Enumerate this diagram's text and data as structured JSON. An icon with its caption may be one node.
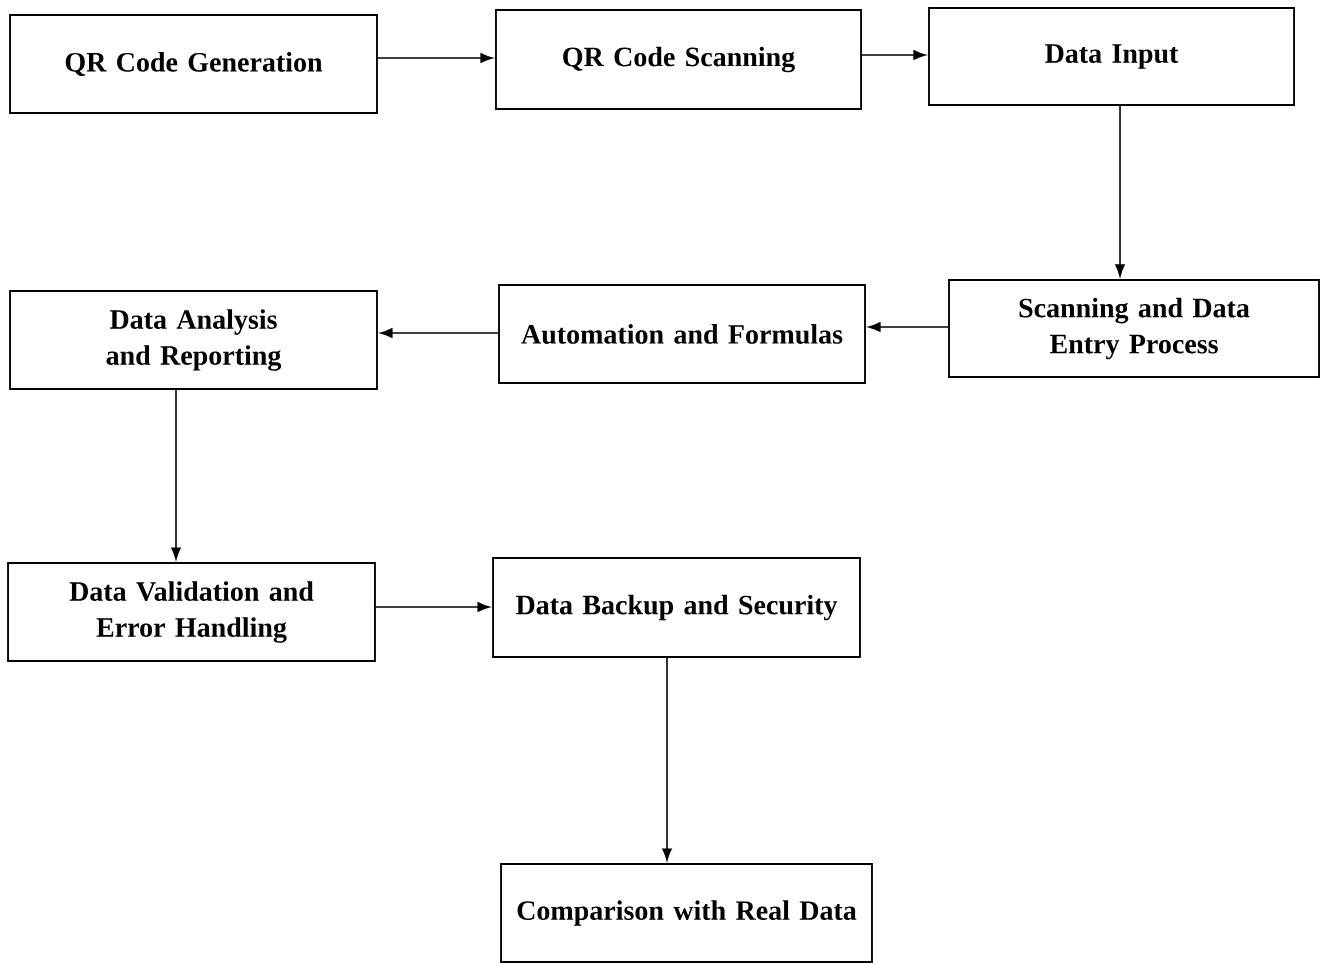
{
  "diagram": {
    "nodes": [
      {
        "text": [
          "QR Code Generation"
        ]
      },
      {
        "text": [
          "QR Code Scanning"
        ]
      },
      {
        "text": [
          "Data Input"
        ]
      },
      {
        "text": [
          "Scanning and Data Entry Process"
        ]
      },
      {
        "text": [
          "Automation and Formulas"
        ]
      },
      {
        "text": [
          "Data Analysis and Reporting"
        ]
      },
      {
        "text": [
          "Data Validation and Error Handling"
        ]
      },
      {
        "text": [
          "Data Backup and Security"
        ]
      },
      {
        "text": [
          "Comparison with Real Data"
        ]
      }
    ],
    "edges": [
      {
        "from": 0,
        "to": 1,
        "arrow": "to"
      },
      {
        "from": 1,
        "to": 2,
        "arrow": "to"
      },
      {
        "from": 2,
        "to": 3,
        "arrow": "to"
      },
      {
        "from": 3,
        "to": 4,
        "arrow": "to"
      },
      {
        "from": 4,
        "to": 5,
        "arrow": "to"
      },
      {
        "from": 5,
        "to": 6,
        "arrow": "to"
      },
      {
        "from": 6,
        "to": 7,
        "arrow": "to"
      },
      {
        "from": 7,
        "to": 8,
        "arrow": "to"
      }
    ]
  }
}
